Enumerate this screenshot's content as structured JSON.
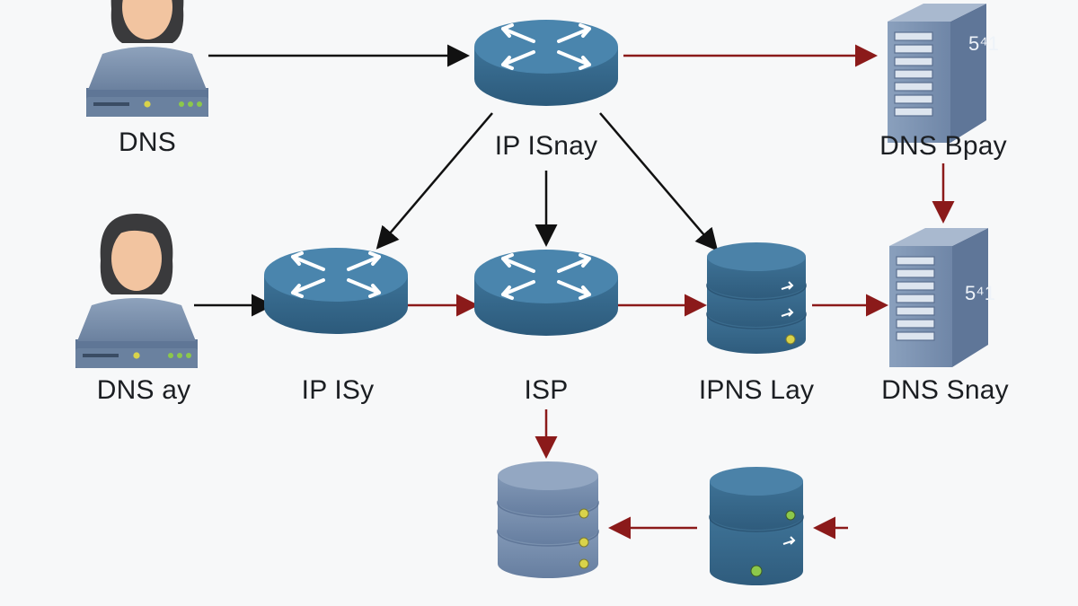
{
  "diagram": {
    "labels": {
      "dns": "DNS",
      "ip_isnay": "IP ISnay",
      "dns_bpay": "DNS Bpay",
      "dns_ay": "DNS ay",
      "ip_isy": "IP ISy",
      "isp": "ISP",
      "ipns_lay": "IPNS Lay",
      "dns_snay": "DNS Snay"
    },
    "server_badge": "5⁴1"
  },
  "colors": {
    "background": "#f7f8f9",
    "router": "#3b6f93",
    "router_top": "#4b86ad",
    "database": "#3d6f91",
    "database_light": "#7c93b1",
    "server": "#7d93b3",
    "arrow_black": "#111111",
    "arrow_red": "#8b1a1a",
    "led_yellow": "#d9d34a",
    "led_green": "#8cc84b",
    "user_skin": "#f2c4a0",
    "user_hair": "#3a3a3c",
    "user_body": "#7f95b1"
  },
  "icons": [
    "user-icon",
    "router-icon",
    "server-tower-icon",
    "database-stack-icon"
  ]
}
